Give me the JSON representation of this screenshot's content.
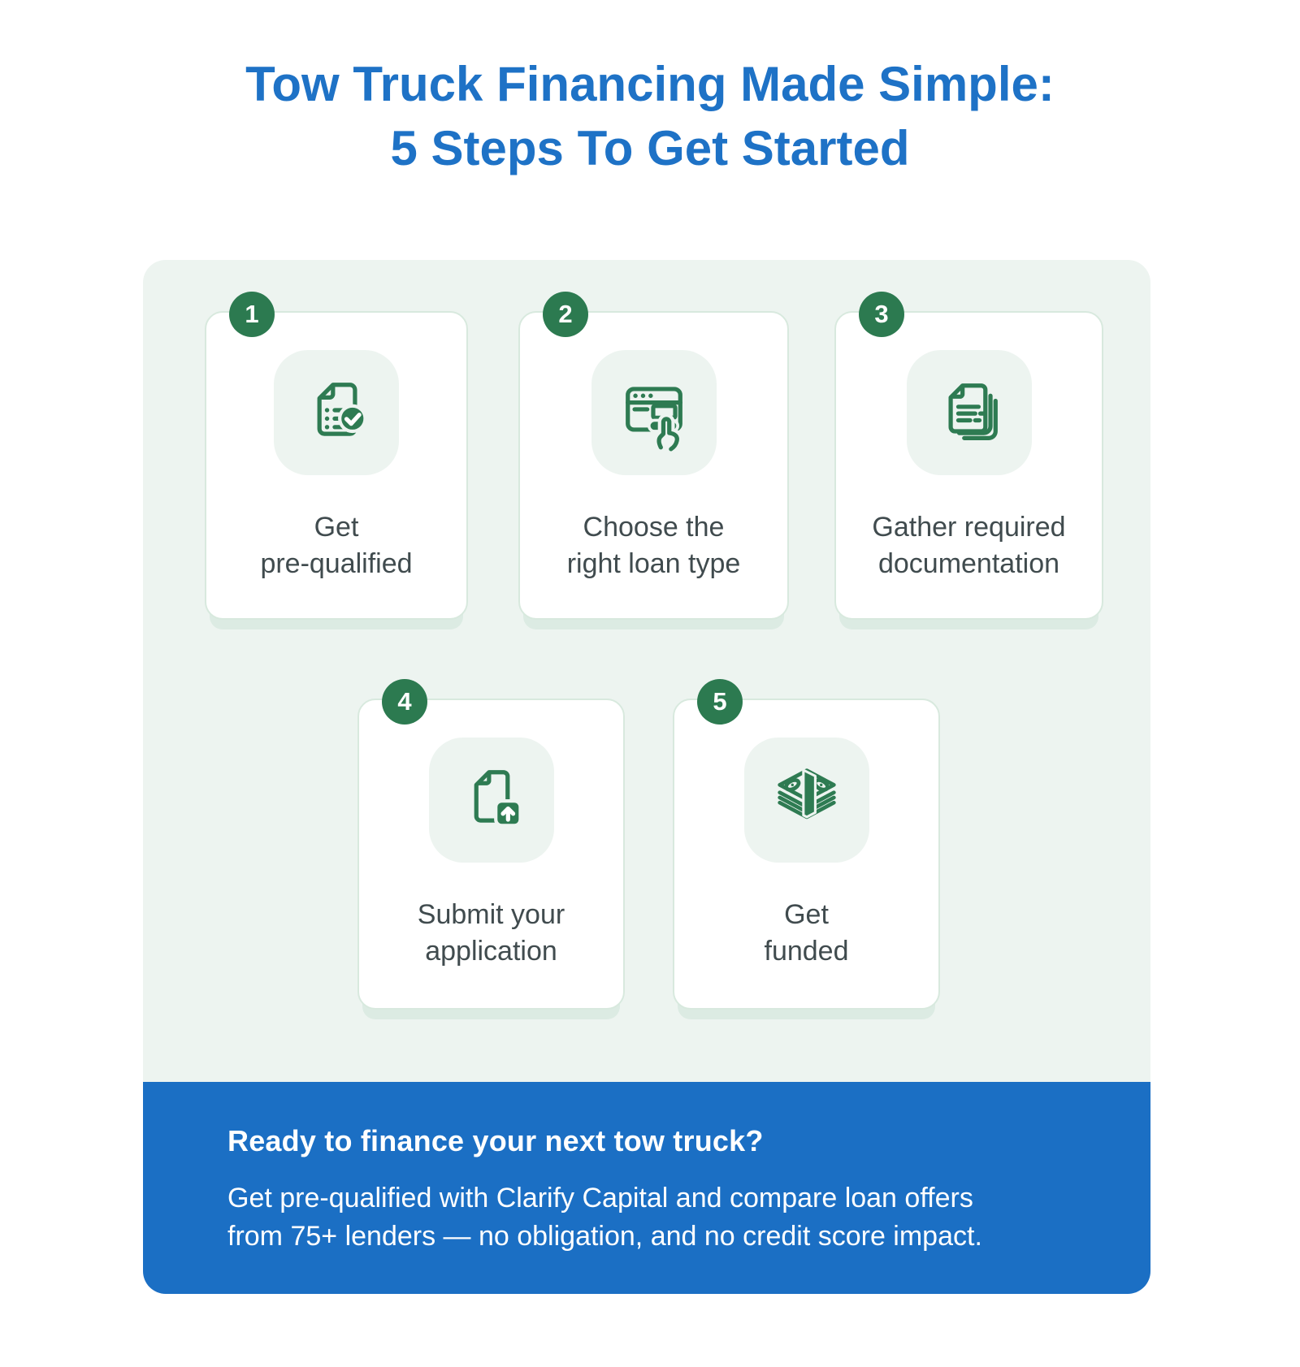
{
  "title": {
    "line1": "Tow Truck Financing Made Simple:",
    "line2": "5 Steps To Get Started"
  },
  "steps": [
    {
      "number": "1",
      "label_line1": "Get",
      "label_line2": "pre-qualified",
      "icon": "document-check-icon"
    },
    {
      "number": "2",
      "label_line1": "Choose the",
      "label_line2": "right loan type",
      "icon": "browser-select-icon"
    },
    {
      "number": "3",
      "label_line1": "Gather required",
      "label_line2": "documentation",
      "icon": "documents-stack-icon"
    },
    {
      "number": "4",
      "label_line1": "Submit your",
      "label_line2": "application",
      "icon": "upload-document-icon"
    },
    {
      "number": "5",
      "label_line1": "Get",
      "label_line2": "funded",
      "icon": "cash-stack-icon"
    }
  ],
  "cta": {
    "heading": "Ready to finance your next tow truck?",
    "body_line1": "Get pre-qualified with Clarify Capital and compare loan offers",
    "body_line2": "from 75+ lenders — no obligation, and no credit score impact."
  },
  "colors": {
    "title_blue": "#1e72c6",
    "banner_blue": "#1b6fc4",
    "green": "#2e7b52",
    "badge_green": "#2c7a50",
    "panel_mint": "#edf4f0",
    "card_border": "#d8e9de",
    "label_text": "#404b4e"
  }
}
